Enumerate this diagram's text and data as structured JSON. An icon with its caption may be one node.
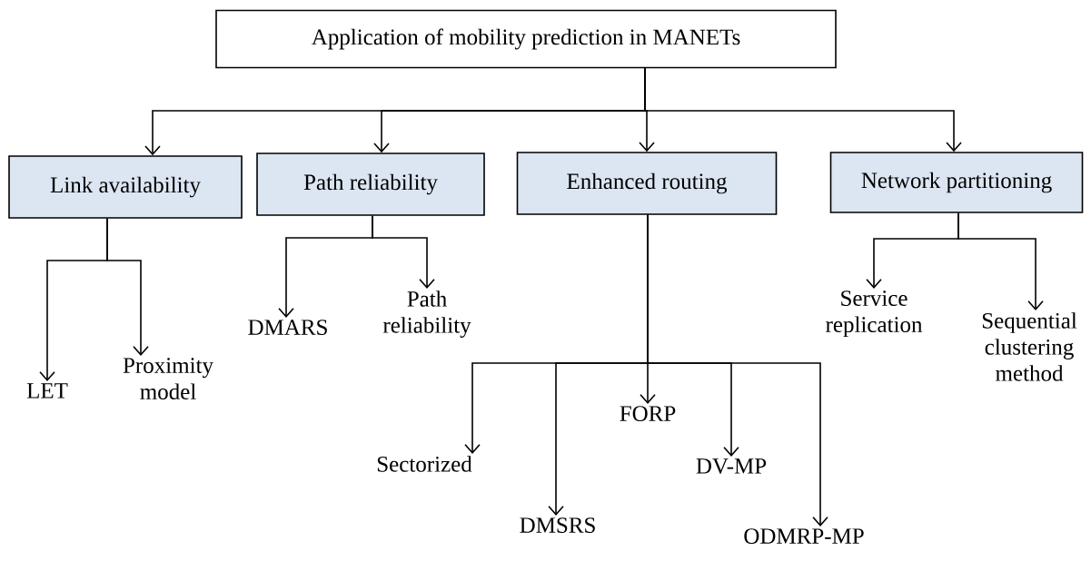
{
  "diagram": {
    "nodes": [
      {
        "text": [
          "Application of mobility prediction in MANETs"
        ]
      },
      {
        "text": [
          "Link availability"
        ]
      },
      {
        "text": [
          "Path reliability"
        ]
      },
      {
        "text": [
          "Enhanced routing"
        ]
      },
      {
        "text": [
          "Network partitioning"
        ]
      },
      {
        "text": [
          "LET"
        ]
      },
      {
        "text": [
          "Proximity model"
        ]
      },
      {
        "text": [
          "DMARS"
        ]
      },
      {
        "text": [
          "Path reliability"
        ]
      },
      {
        "text": [
          "Sectorized"
        ]
      },
      {
        "text": [
          "DMSRS"
        ]
      },
      {
        "text": [
          "FORP"
        ]
      },
      {
        "text": [
          "DV-MP"
        ]
      },
      {
        "text": [
          "ODMRP-MP"
        ]
      },
      {
        "text": [
          "Service replication"
        ]
      },
      {
        "text": [
          "Sequential clustering method"
        ]
      }
    ],
    "edges": [
      {
        "from": 0,
        "to": 1,
        "arrow": "to"
      },
      {
        "from": 0,
        "to": 2,
        "arrow": "to"
      },
      {
        "from": 0,
        "to": 3,
        "arrow": "to"
      },
      {
        "from": 0,
        "to": 4,
        "arrow": "to"
      },
      {
        "from": 1,
        "to": 5,
        "arrow": "to"
      },
      {
        "from": 1,
        "to": 6,
        "arrow": "to"
      },
      {
        "from": 2,
        "to": 7,
        "arrow": "to"
      },
      {
        "from": 2,
        "to": 8,
        "arrow": "to"
      },
      {
        "from": 3,
        "to": 9,
        "arrow": "to"
      },
      {
        "from": 3,
        "to": 10,
        "arrow": "to"
      },
      {
        "from": 3,
        "to": 11,
        "arrow": "to"
      },
      {
        "from": 3,
        "to": 12,
        "arrow": "to"
      },
      {
        "from": 3,
        "to": 13,
        "arrow": "to"
      },
      {
        "from": 4,
        "to": 14,
        "arrow": "to"
      },
      {
        "from": 4,
        "to": 15,
        "arrow": "to"
      }
    ]
  }
}
